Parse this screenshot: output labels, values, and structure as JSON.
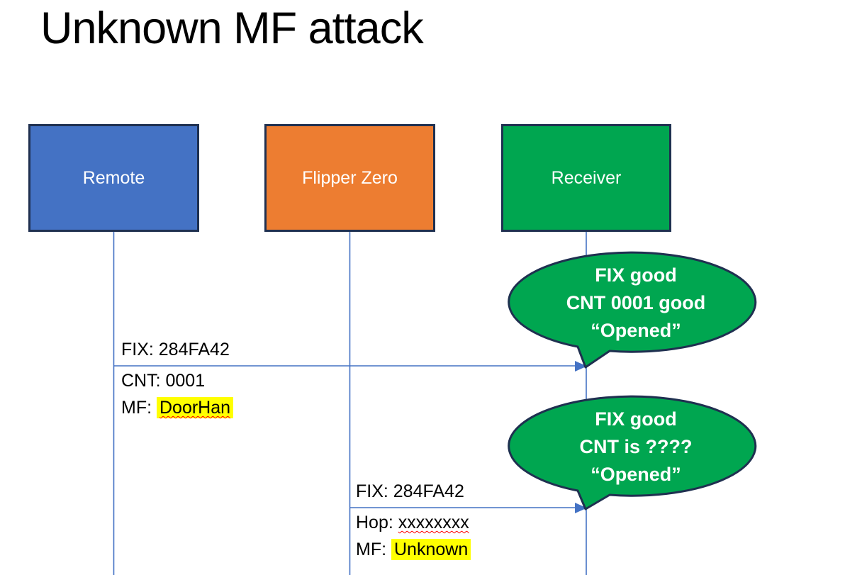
{
  "title": "Unknown MF attack",
  "actors": [
    {
      "label": "Remote",
      "color": "#4472C4"
    },
    {
      "label": "Flipper Zero",
      "color": "#ED7D31"
    },
    {
      "label": "Receiver",
      "color": "#00A650"
    }
  ],
  "messages": [
    {
      "from": "Remote",
      "to": "Receiver",
      "above": "FIX: 284FA42",
      "below1": "CNT: 0001",
      "below2_prefix": "MF: ",
      "below2_value": "DoorHan"
    },
    {
      "from": "Flipper Zero",
      "to": "Receiver",
      "above": "FIX: 284FA42",
      "below1_prefix": "Hop: ",
      "below1_value": "xxxxxxxx",
      "below2_prefix": "MF: ",
      "below2_value": "Unknown"
    }
  ],
  "callouts": [
    {
      "lines": [
        "FIX good",
        "CNT 0001 good",
        "“Opened”"
      ]
    },
    {
      "lines": [
        "FIX good",
        "CNT is ????",
        "“Opened”"
      ]
    }
  ],
  "colors": {
    "actor_border": "#1F3050",
    "connector_blue": "#4472C4",
    "callout_fill": "#00A650",
    "callout_border": "#1F3050",
    "highlight_yellow": "#FFFF00",
    "squiggle_red": "#FF0000",
    "text_black": "#000000",
    "actor_text_white": "#FFFFFF"
  }
}
